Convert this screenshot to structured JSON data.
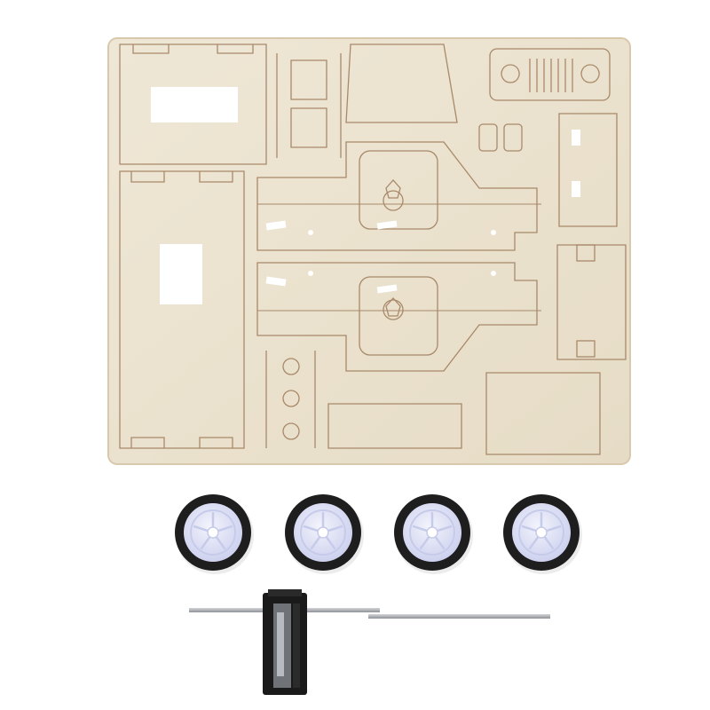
{
  "scene": {
    "subject": "wooden-car-model-kit",
    "colors": {
      "background": "#ffffff",
      "wood": "#ece3d0",
      "wood_edge": "#d8c9ac",
      "cut_line": "#a8896a",
      "tire": "#1e1e1e",
      "hub": "#e4e6f6",
      "hub_shadow": "#c7cbea",
      "axle": "#a9acb0",
      "motor": "#1a1a1a"
    }
  },
  "wheels": [
    {
      "id": "wheel-1"
    },
    {
      "id": "wheel-2"
    },
    {
      "id": "wheel-3"
    },
    {
      "id": "wheel-4"
    }
  ]
}
